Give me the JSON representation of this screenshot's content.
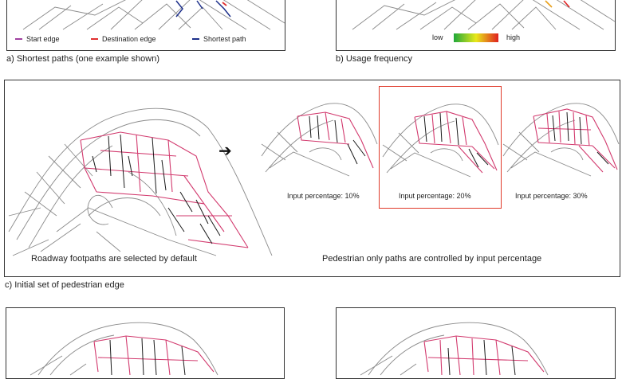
{
  "panel_a": {
    "caption": "a) Shortest paths (one example shown)",
    "legend": [
      {
        "label": "Start edge",
        "color": "#a040a0"
      },
      {
        "label": "Destination edge",
        "color": "#e03030"
      },
      {
        "label": "Shortest path",
        "color": "#1c2f8a"
      }
    ]
  },
  "panel_b": {
    "caption": "b) Usage frequency",
    "scale_low": "low",
    "scale_high": "high",
    "scale_colors": [
      "#1fa83a",
      "#e8e81a",
      "#e02020"
    ]
  },
  "panel_c": {
    "caption": "c) Initial set of pedestrian edge",
    "arrow": "➔",
    "left_text": "Roadway footpaths are selected by default",
    "right_text": "Pedestrian only paths are controlled by input percentage",
    "options": [
      {
        "label": "Input percentage: 10%",
        "selected": false
      },
      {
        "label": "Input percentage: 20%",
        "selected": true
      },
      {
        "label": "Input percentage: 30%",
        "selected": false
      }
    ],
    "highlight_color": "#e03a2a"
  }
}
